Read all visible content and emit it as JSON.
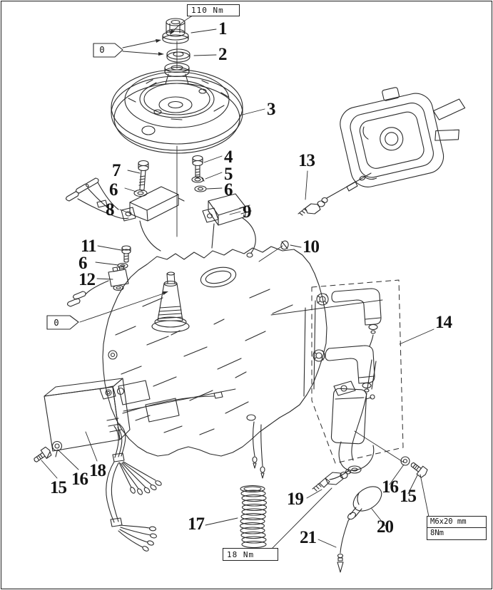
{
  "figure": {
    "type": "exploded-parts-diagram",
    "subject": "Outboard engine flywheel and ignition system",
    "background_color": "#ffffff",
    "line_color": "#2b2b2b"
  },
  "annotations": {
    "torque_flywheel_nut": "110 Nm",
    "torque_oil_pressure_switch": "18 Nm",
    "spec_box": {
      "line1": "M6x20 mm",
      "line2": "8Nm"
    },
    "grease_tag_top": "0",
    "grease_tag_middle": "0"
  },
  "part_labels": [
    {
      "text": "1"
    },
    {
      "text": "2"
    },
    {
      "text": "3"
    },
    {
      "text": "4"
    },
    {
      "text": "5"
    },
    {
      "text": "6"
    },
    {
      "text": "7"
    },
    {
      "text": "6"
    },
    {
      "text": "8"
    },
    {
      "text": "9"
    },
    {
      "text": "10"
    },
    {
      "text": "11"
    },
    {
      "text": "6"
    },
    {
      "text": "12"
    },
    {
      "text": "13"
    },
    {
      "text": "14"
    },
    {
      "text": "15"
    },
    {
      "text": "16"
    },
    {
      "text": "18"
    },
    {
      "text": "17"
    },
    {
      "text": "19"
    },
    {
      "text": "20"
    },
    {
      "text": "21"
    },
    {
      "text": "16"
    },
    {
      "text": "15"
    }
  ]
}
